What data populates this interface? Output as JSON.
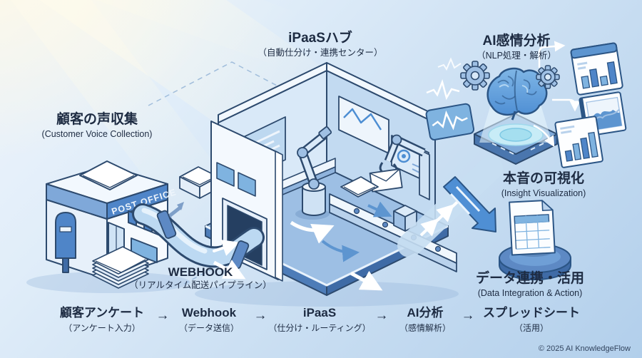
{
  "meta": {
    "copyright": "© 2025 AI KnowledgeFlow"
  },
  "colors": {
    "ink": "#1d2b42",
    "line": "#2d4a6e",
    "accent_blue": "#4f85c8",
    "mid_blue": "#7fa8d9",
    "light_blue": "#cfe3f5",
    "glow_cyan": "#bfe9f7",
    "warm_light": "#fdf6e3"
  },
  "sections": {
    "customer_voice": {
      "title": "顧客の声収集",
      "subtitle": "(Customer Voice Collection)"
    },
    "ipaas_hub": {
      "title": "iPaaSハブ",
      "subtitle": "（自動仕分け・連携センター）"
    },
    "ai_sentiment": {
      "title": "AI感情分析",
      "subtitle": "（NLP処理・解析）"
    },
    "insight": {
      "title": "本音の可視化",
      "subtitle": "(Insight Visualization)"
    },
    "webhook_pipeline": {
      "title": "WEBHOOK",
      "subtitle": "（リアルタイム配送パイプライン）"
    },
    "data_integration": {
      "title": "データ連携・活用",
      "subtitle": "(Data Integration & Action)"
    }
  },
  "building": {
    "post_office_sign": "POST OFFICE"
  },
  "flow": {
    "separator": "→",
    "steps": [
      {
        "title": "顧客アンケート",
        "subtitle": "（アンケート入力）"
      },
      {
        "title": "Webhook",
        "subtitle": "（データ送信）"
      },
      {
        "title": "iPaaS",
        "subtitle": "（仕分け・ルーティング）"
      },
      {
        "title": "AI分析",
        "subtitle": "（感情解析）"
      },
      {
        "title": "スプレッドシート",
        "subtitle": "（活用）"
      }
    ]
  }
}
